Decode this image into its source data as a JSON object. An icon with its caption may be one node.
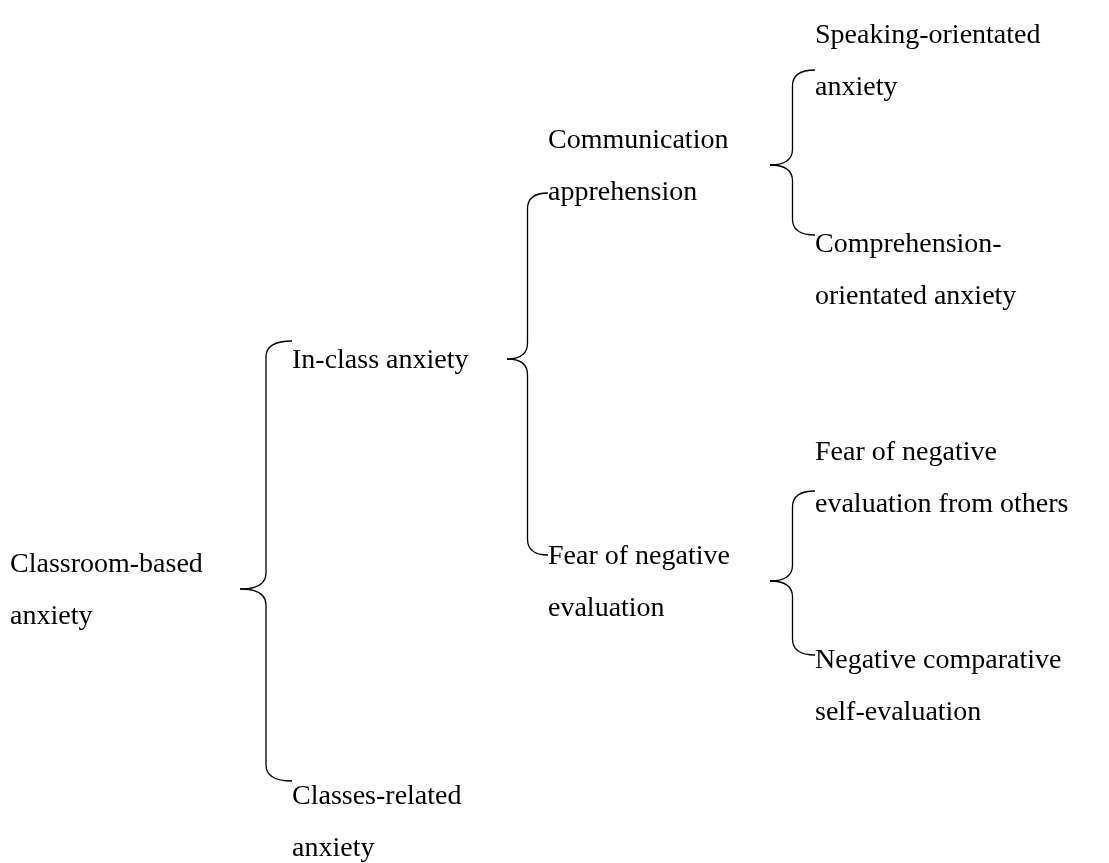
{
  "diagram": {
    "nodes": [
      {
        "text": [
          "Classroom-based anxiety"
        ]
      },
      {
        "text": [
          "In-class anxiety"
        ]
      },
      {
        "text": [
          "Classes-related anxiety"
        ]
      },
      {
        "text": [
          "Communication apprehension"
        ]
      },
      {
        "text": [
          "Fear of negative evaluation"
        ]
      },
      {
        "text": [
          "Speaking-orientated anxiety"
        ]
      },
      {
        "text": [
          "Comprehension-orientated anxiety"
        ]
      },
      {
        "text": [
          "Fear of negative evaluation from others"
        ]
      },
      {
        "text": [
          "Negative comparative self-evaluation"
        ]
      }
    ],
    "edges": [
      {
        "from": 0,
        "to": 1,
        "arrow": "none"
      },
      {
        "from": 0,
        "to": 2,
        "arrow": "none"
      },
      {
        "from": 1,
        "to": 3,
        "arrow": "none"
      },
      {
        "from": 1,
        "to": 4,
        "arrow": "none"
      },
      {
        "from": 3,
        "to": 5,
        "arrow": "none"
      },
      {
        "from": 3,
        "to": 6,
        "arrow": "none"
      },
      {
        "from": 4,
        "to": 7,
        "arrow": "none"
      },
      {
        "from": 4,
        "to": 8,
        "arrow": "none"
      }
    ]
  }
}
